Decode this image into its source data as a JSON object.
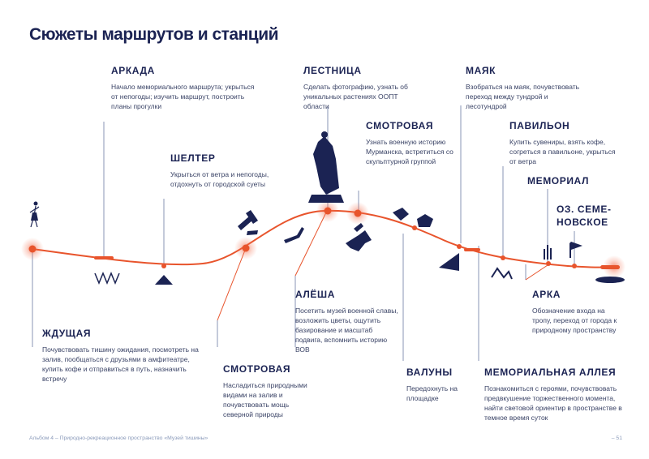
{
  "title": "Сюжеты маршрутов и станций",
  "stations": {
    "arkada": {
      "name": "АРКАДА",
      "desc": "Начало мемориального маршрута; укрыться от непогоды; изучить маршрут, построить планы прогулки"
    },
    "lestnica": {
      "name": "ЛЕСТНИЦА",
      "desc": "Сделать фотографию, узнать об уникальных растениях ООПТ области"
    },
    "mayak": {
      "name": "МАЯК",
      "desc": "Взобраться на маяк, почувствовать переход между тундрой и лесотундрой"
    },
    "smotrovaya_top": {
      "name": "СМОТРОВАЯ",
      "desc": "Узнать военную историю Мурманска, встретиться со скульптурной группой"
    },
    "paviljon": {
      "name": "ПАВИЛЬОН",
      "desc": "Купить сувениры, взять кофе, согреться в павильоне, укрыться от ветра"
    },
    "shelter": {
      "name": "ШЕЛТЕР",
      "desc": "Укрыться от ветра и непогоды, отдохнуть от городской суеты"
    },
    "memorial": {
      "name": "МЕМОРИАЛ",
      "desc": ""
    },
    "ozero": {
      "name": "ОЗ. СЕМЕ-НОВСКОЕ",
      "desc": ""
    },
    "alesha": {
      "name": "АЛЁША",
      "desc": "Посетить музей военной славы, возложить цветы, ощутить базирование и масштаб подвига, вспомнить историю ВОВ"
    },
    "arka": {
      "name": "АРКА",
      "desc": "Обозначение входа на тропу, переход от города к природному пространству"
    },
    "zhdushaya": {
      "name": "ЖДУЩАЯ",
      "desc": "Почувствовать тишину ожидания, посмотреть на залив, пообщаться с друзьями в амфитеатре, купить кофе и отправиться в путь, назначить встречу"
    },
    "smotrovaya_bottom": {
      "name": "СМОТРОВАЯ",
      "desc": "Насладиться природными видами на залив и почувствовать мощь северной природы"
    },
    "valuny": {
      "name": "ВАЛУНЫ",
      "desc": "Передохнуть на площадке"
    },
    "memorial_alley": {
      "name": "МЕМОРИАЛЬНАЯ АЛЛЕЯ",
      "desc": "Познакомиться с героями, почувствовать предвкушение торжественного момента, найти световой ориентир в пространстве в темное время суток"
    }
  },
  "footer": {
    "left": "Альбом 4 – Природно-рекреационное пространство «Музей тишины»",
    "right": "– 51"
  },
  "colors": {
    "route": "#e8542c",
    "accent_glow": "#f36b4a",
    "ink": "#1b2353",
    "leader": "#8a95b5"
  }
}
